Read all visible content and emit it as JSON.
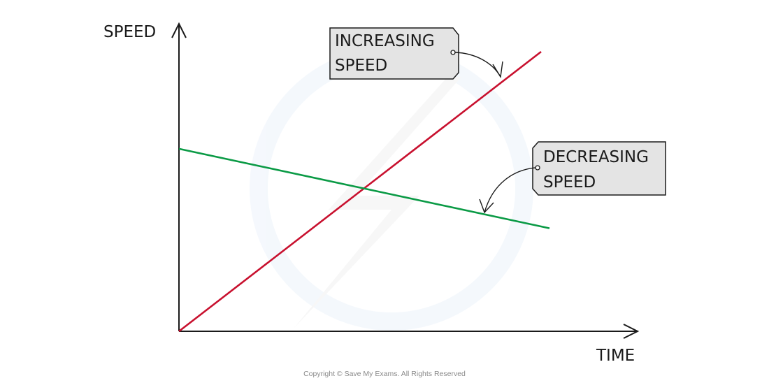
{
  "chart_data": {
    "type": "line",
    "title": "",
    "xlabel": "TIME",
    "ylabel": "SPEED",
    "xlim": [
      0,
      10
    ],
    "ylim": [
      0,
      10
    ],
    "grid": false,
    "series": [
      {
        "name": "INCREASING SPEED",
        "color": "#c8102e",
        "x": [
          0,
          10
        ],
        "y": [
          0,
          9.5
        ]
      },
      {
        "name": "DECREASING SPEED",
        "color": "#0a9a45",
        "x": [
          0,
          10
        ],
        "y": [
          6.2,
          3.5
        ]
      }
    ],
    "annotations": [
      {
        "lines": [
          "INCREASING",
          "SPEED"
        ],
        "target_series": "INCREASING SPEED"
      },
      {
        "lines": [
          "DECREASING",
          "SPEED"
        ],
        "target_series": "DECREASING SPEED"
      }
    ]
  },
  "footer": {
    "copyright": "Copyright © Save My Exams. All Rights Reserved"
  },
  "colors": {
    "axis": "#1a1a1a",
    "tag_fill": "#e4e4e4",
    "watermark": "#eef4fb"
  }
}
